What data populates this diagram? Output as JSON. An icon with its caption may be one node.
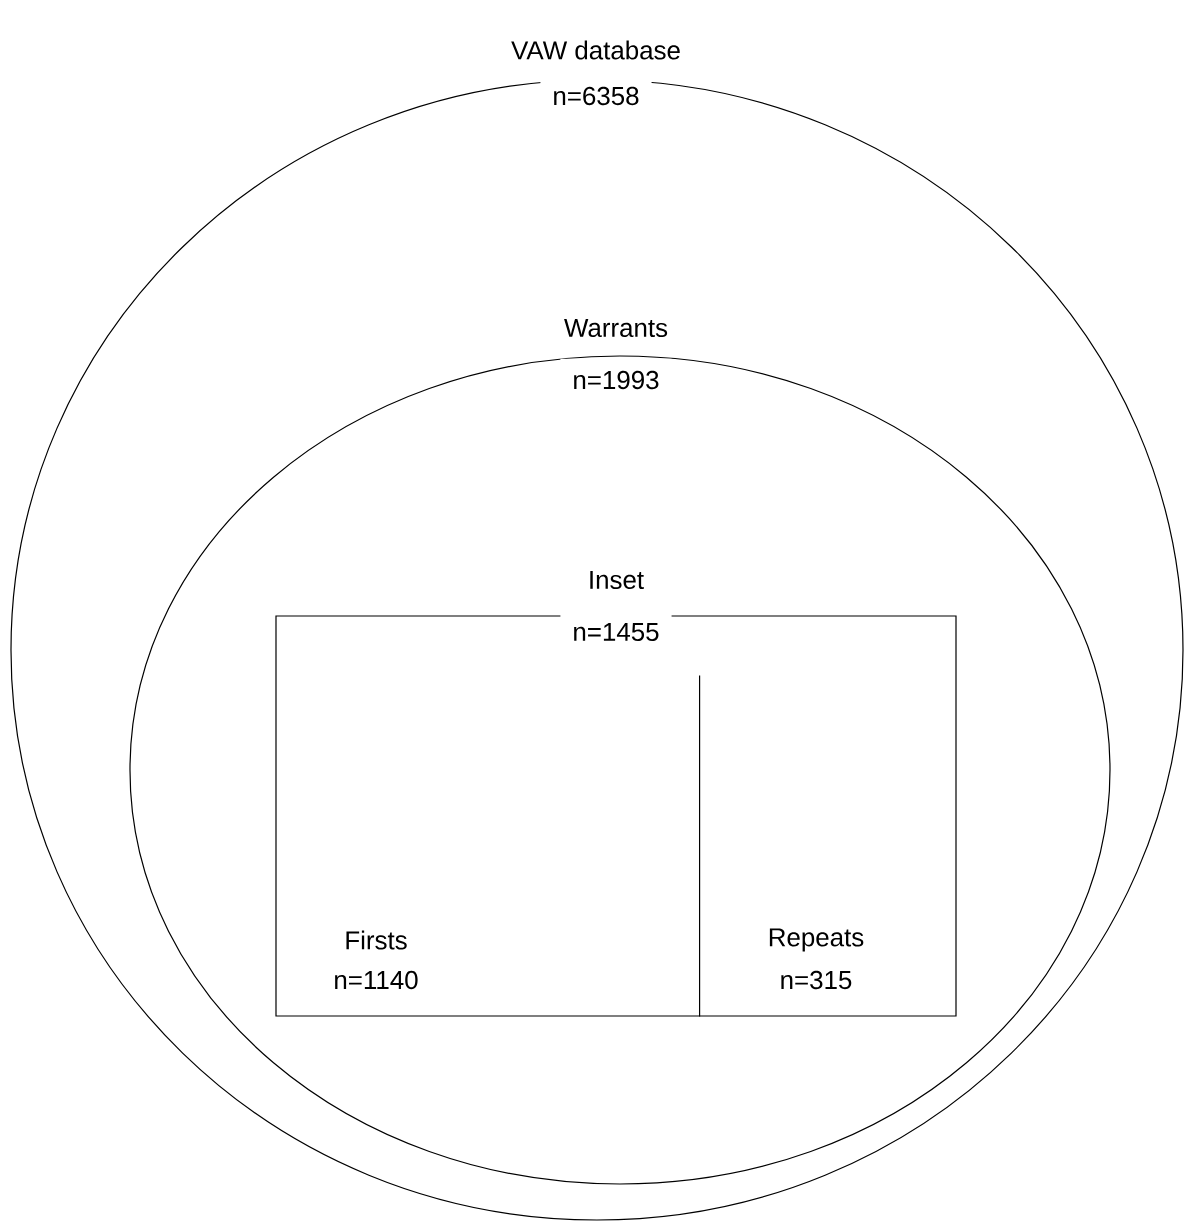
{
  "diagram": {
    "nodes": [
      {
        "text": [
          "VAW database",
          "n=6358"
        ]
      },
      {
        "text": [
          "Warrants",
          "n=1993"
        ],
        "in": 0
      },
      {
        "text": [
          "Inset",
          "n=1455"
        ],
        "in": 1
      },
      {
        "text": [
          "Firsts",
          "n=1140"
        ],
        "in": 2
      },
      {
        "text": [
          "Repeats",
          "n=315"
        ],
        "in": 2
      }
    ]
  }
}
